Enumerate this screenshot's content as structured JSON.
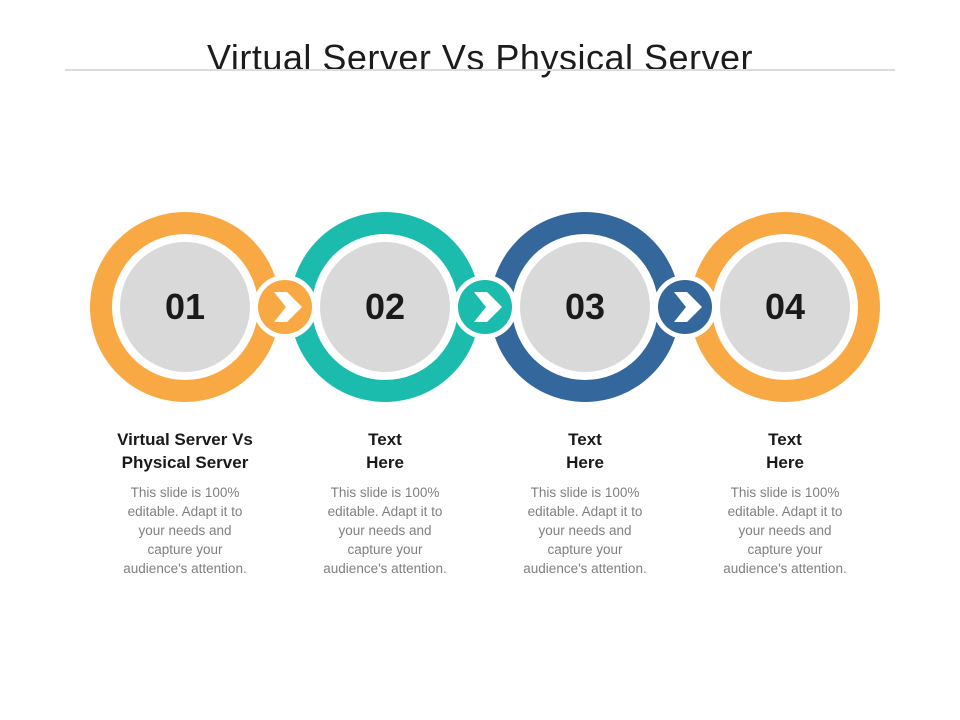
{
  "slide": {
    "title": "Virtual Server Vs Physical Server",
    "steps": [
      {
        "number": "01",
        "color": "#F8A943",
        "heading": "Virtual Server Vs\nPhysical Server",
        "body": "This slide is 100%\neditable. Adapt it to\nyour needs and\ncapture your\naudience's attention."
      },
      {
        "number": "02",
        "color": "#1BBCAD",
        "heading": "Text\nHere",
        "body": "This slide is 100%\neditable. Adapt it to\nyour needs and\ncapture your\naudience's attention."
      },
      {
        "number": "03",
        "color": "#34689C",
        "heading": "Text\nHere",
        "body": "This slide is 100%\neditable. Adapt it to\nyour needs and\ncapture your\naudience's attention."
      },
      {
        "number": "04",
        "color": "#F8A943",
        "heading": "Text\nHere",
        "body": "This slide is 100%\neditable. Adapt it to\nyour needs and\ncapture your\naudience's attention."
      }
    ],
    "connectors": [
      {
        "icon": "chevron-right",
        "color": "#F8A943"
      },
      {
        "icon": "chevron-right",
        "color": "#1BBCAD"
      },
      {
        "icon": "chevron-right",
        "color": "#34689C"
      }
    ],
    "colors": {
      "orange": "#F8A943",
      "teal": "#1BBCAD",
      "blue": "#34689C",
      "inner_circle": "#D9D9D9",
      "heading_text": "#1A1A1A",
      "body_text": "#7F7F7F",
      "divider": "#DCDCDC",
      "background": "#FFFFFF"
    }
  }
}
